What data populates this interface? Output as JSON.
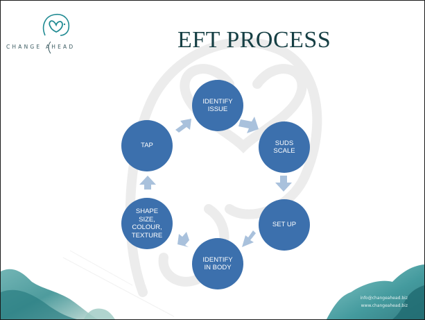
{
  "logo": {
    "text": "CHANGE  AHEAD",
    "colors": {
      "heart": "#1f8a92",
      "line": "#3a5a60"
    }
  },
  "title": "EFT PROCESS",
  "colors": {
    "node": "#3c70ad",
    "arrow": "#a9c1dc",
    "title": "#163f44"
  },
  "steps": [
    {
      "label": "IDENTIFY\nISSUE"
    },
    {
      "label": "SUDS\nSCALE"
    },
    {
      "label": "SET UP"
    },
    {
      "label": "IDENTIFY\nIN BODY"
    },
    {
      "label": "SHAPE\nSIZE,\nCOLOUR,\nTEXTURE"
    },
    {
      "label": "TAP"
    }
  ],
  "contact": {
    "email": "info@changeahead.biz",
    "website": "www.changeahead.biz"
  }
}
